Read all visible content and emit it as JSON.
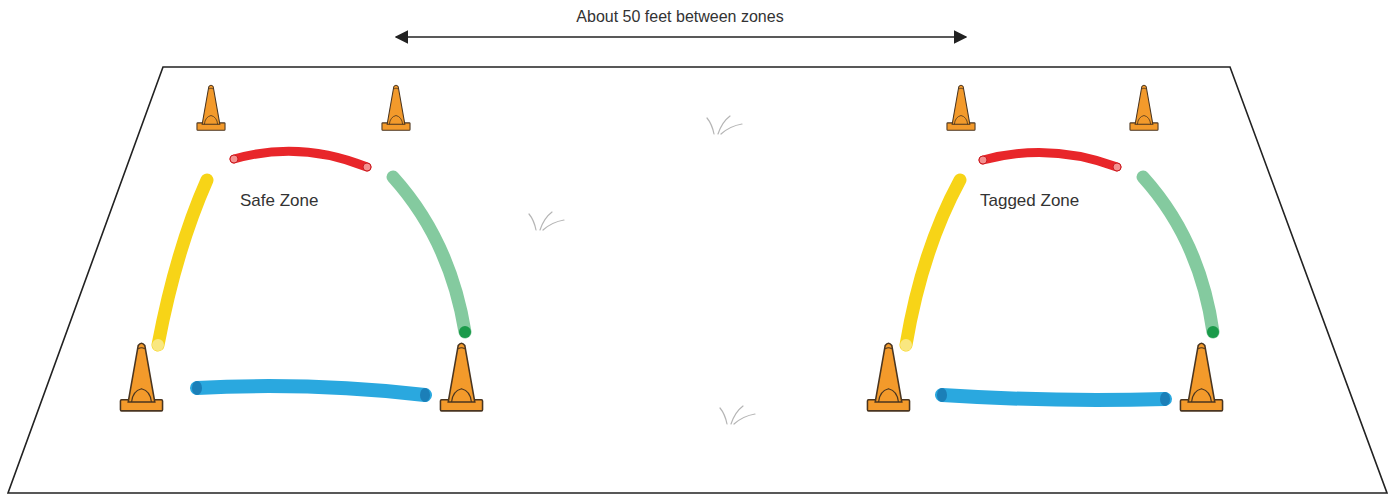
{
  "diagram": {
    "nodes": [
      {
        "text": [
          "Safe Zone"
        ]
      },
      {
        "text": [
          "Tagged Zone"
        ]
      }
    ],
    "labels": [
      "About 50 feet between zones"
    ]
  }
}
